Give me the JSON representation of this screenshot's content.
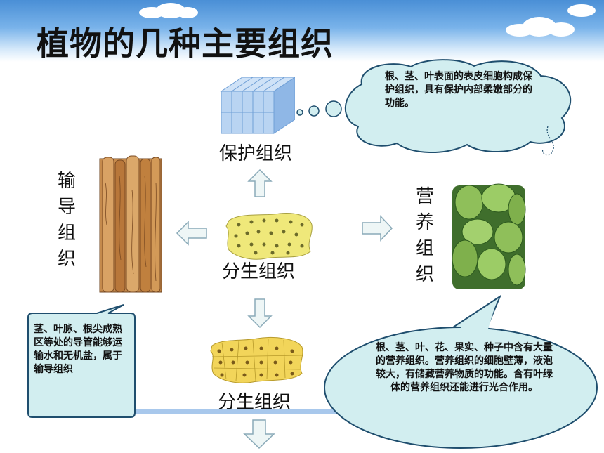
{
  "title": "植物的几种主要组织",
  "tissues": {
    "protective": {
      "label": "保护组织"
    },
    "meristem_center": {
      "label": "分生组织"
    },
    "meristem_bottom": {
      "label": "分生组织"
    },
    "conductive": {
      "label": "输导组织"
    },
    "nutritive": {
      "label": "营养组织"
    }
  },
  "bubbles": {
    "protective": "根、茎、叶表面的表皮细胞构成保护组织，具有保护内部柔嫩部分的功能。",
    "conductive": "茎、叶脉、根尖成熟区等处的导管能够运输水和无机盐，属于输导组织",
    "nutritive": "根、茎、叶、花、果实、种子中含有大量的营养组织。营养组织的细胞壁薄，液泡较大，有储藏营养物质的功能。含有叶绿体的营养组织还能进行光合作用。"
  }
}
